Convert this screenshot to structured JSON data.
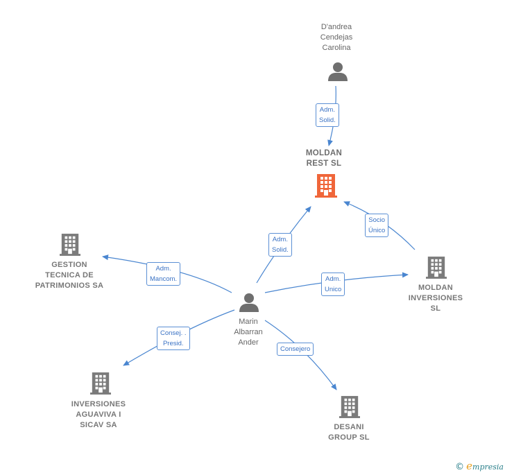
{
  "nodes": {
    "dandrea": {
      "label": [
        "D'andrea",
        "Cendejas",
        "Carolina"
      ],
      "type": "person"
    },
    "moldan_rest": {
      "label": [
        "MOLDAN",
        "REST  SL"
      ],
      "type": "company-focus"
    },
    "gestion": {
      "label": [
        "GESTION",
        "TECNICA DE",
        "PATRIMONIOS SA"
      ],
      "type": "company"
    },
    "marin": {
      "label": [
        "Marin",
        "Albarran",
        "Ander"
      ],
      "type": "person"
    },
    "moldan_inv": {
      "label": [
        "MOLDAN",
        "INVERSIONES",
        "SL"
      ],
      "type": "company"
    },
    "inversiones": {
      "label": [
        "INVERSIONES",
        "AGUAVIVA I",
        "SICAV SA"
      ],
      "type": "company"
    },
    "desani": {
      "label": [
        "DESANI",
        "GROUP  SL"
      ],
      "type": "company"
    }
  },
  "edges": {
    "dandrea_rest": {
      "label": [
        "Adm.",
        "Solid."
      ]
    },
    "marin_rest": {
      "label": [
        "Adm.",
        "Solid."
      ]
    },
    "inv_rest": {
      "label": [
        "Socio",
        "Único"
      ]
    },
    "marin_gestion": {
      "label": [
        "Adm.",
        "Mancom."
      ]
    },
    "marin_moldaninv": {
      "label": [
        "Adm.",
        "Unico"
      ]
    },
    "marin_inversiones": {
      "label": [
        "Consej. .",
        "Presid."
      ]
    },
    "marin_desani": {
      "label": [
        "Consejero"
      ]
    }
  },
  "colors": {
    "edge": "#4a86d0",
    "focus_icon": "#f0663a",
    "company_icon": "#7b7b7b",
    "person_icon": "#6f6f6f"
  },
  "brand": {
    "copyright": "©",
    "name": "mpresia",
    "initial": "e"
  }
}
